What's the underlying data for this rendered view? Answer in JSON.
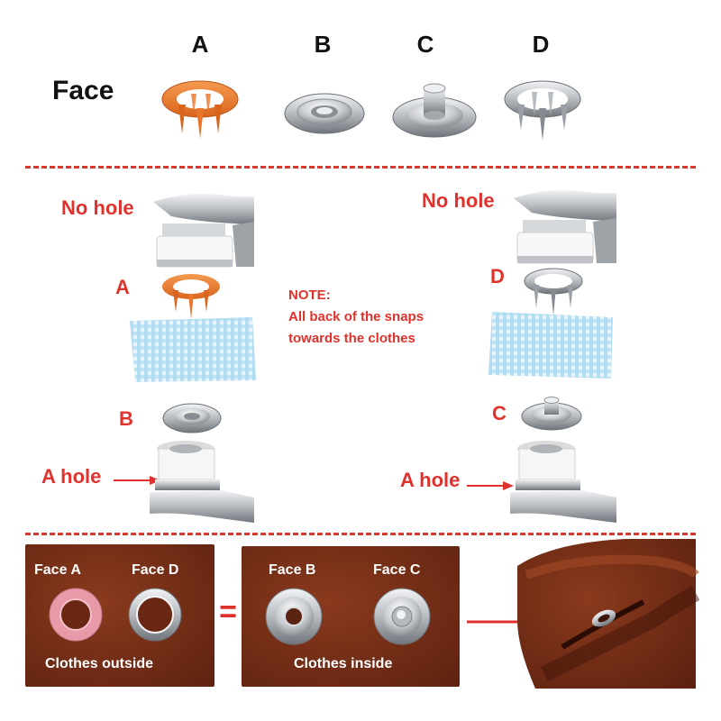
{
  "header": {
    "face_label": "Face",
    "letters": [
      "A",
      "B",
      "C",
      "D"
    ]
  },
  "left_stack": {
    "top_label": "No hole",
    "part1_label": "A",
    "part2_label": "B",
    "bottom_label": "A hole"
  },
  "right_stack": {
    "top_label": "No hole",
    "part1_label": "D",
    "part2_label": "C",
    "bottom_label": "A hole"
  },
  "note": {
    "title": "NOTE:",
    "line1": "All back of the snaps",
    "line2": "towards the clothes"
  },
  "bottom": {
    "panel1": {
      "face_a": "Face A",
      "face_d": "Face D",
      "caption": "Clothes outside"
    },
    "equals": "=",
    "panel2": {
      "face_b": "Face B",
      "face_c": "Face C",
      "caption": "Clothes inside"
    }
  },
  "colors": {
    "accent_red": "#e0322c",
    "orange_prong": "#e8762c",
    "fabric_brown": "#7a2f17",
    "pink_ring": "#e89aa8"
  }
}
